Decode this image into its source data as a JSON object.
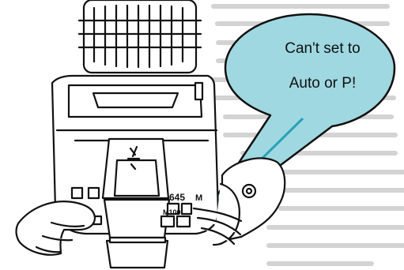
{
  "speech_bubble": {
    "line1": "Can't set to",
    "line2": "Auto or P!"
  },
  "camera": {
    "mode_dial_number": "645",
    "mode_dial_letter": "M",
    "mode_text": "M100"
  },
  "colors": {
    "bubble_fill": "#9fd8e1",
    "background_text": "#cfcfcf",
    "line_art": "#111111",
    "arrow": "#2aa1b6"
  },
  "icons": [
    "camera-illustration-icon",
    "hand-icon",
    "speech-bubble-icon"
  ]
}
